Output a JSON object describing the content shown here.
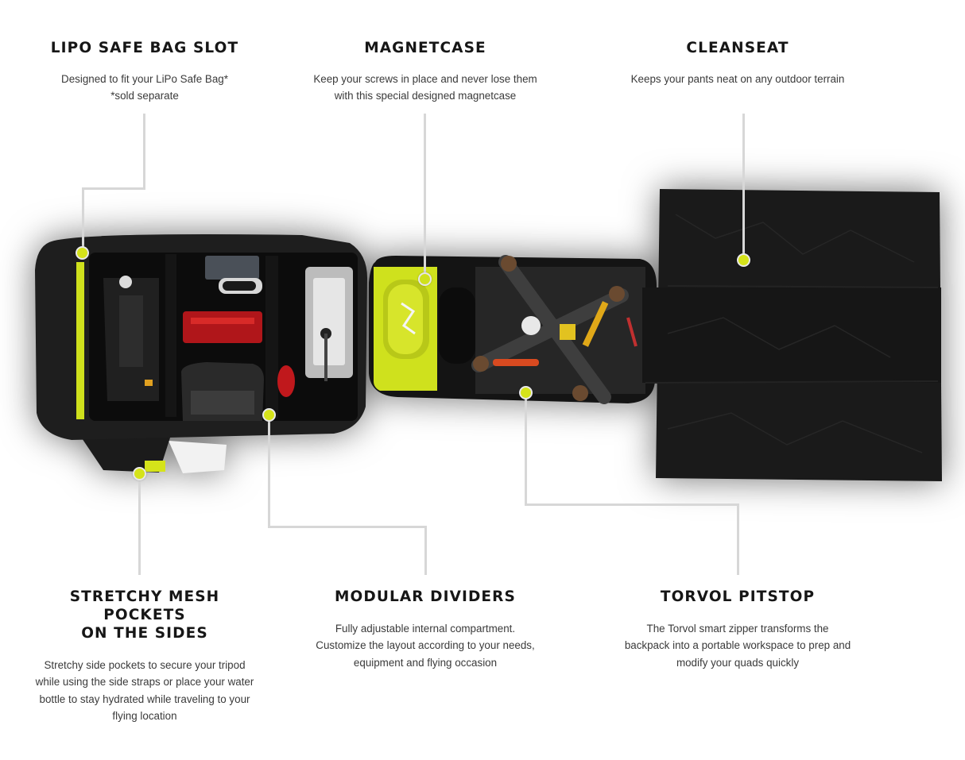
{
  "colors": {
    "accent": "#d5e31a",
    "connector": "#d7d7d7",
    "bag": "#1c1c1c",
    "heading": "#161616",
    "body_text": "#3a3a3a"
  },
  "features": {
    "lipo": {
      "title": "LIPO SAFE BAG SLOT",
      "description": "Designed to fit your LiPo Safe Bag*\n*sold separate"
    },
    "magnetcase": {
      "title": "MAGNETCASE",
      "description": "Keep your screws  in place and never lose them\nwith this special designed magnetcase"
    },
    "cleanseat": {
      "title": "CLEANSEAT",
      "description": "Keeps your pants neat on any outdoor terrain"
    },
    "mesh": {
      "title": "STRETCHY MESH POCKETS\nON THE SIDES",
      "description": "Stretchy side pockets to secure your tripod\nwhile using the side straps or place your water\nbottle to stay hydrated while traveling to your\nflying location"
    },
    "dividers": {
      "title": "MODULAR DIVIDERS",
      "description": "Fully adjustable  internal compartment.\nCustomize the layout according to your needs,\nequipment and flying occasion"
    },
    "pitstop": {
      "title": "TORVOL PITSTOP",
      "description": "The Torvol smart zipper transforms the\nbackpack into a portable workspace to prep and\nmodify your quads quickly"
    }
  },
  "product": {
    "name": "open backpack with pitstop workspace and cleanseat",
    "parts": [
      "main compartment",
      "magnetcase panel",
      "pitstop panel",
      "cleanseat mat"
    ]
  }
}
